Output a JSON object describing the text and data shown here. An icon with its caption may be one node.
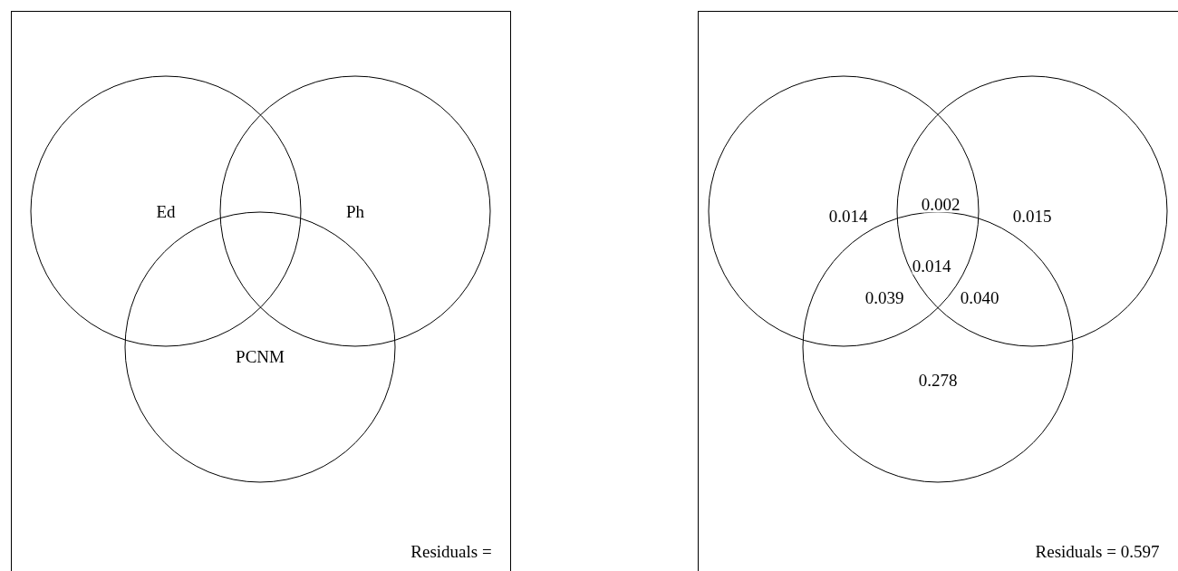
{
  "diagram": {
    "nodes": [
      {
        "text": [
          "Residuals ="
        ]
      },
      {
        "text": [
          "Ed"
        ],
        "in": 0
      },
      {
        "text": [
          "Ph"
        ],
        "in": 0
      },
      {
        "text": [
          "PCNM"
        ],
        "in": 0
      },
      {
        "text": [
          "Residuals = 0.597"
        ]
      },
      {
        "text": [],
        "shape": "circle",
        "in": 4
      },
      {
        "text": [],
        "shape": "circle",
        "in": 4
      },
      {
        "text": [],
        "shape": "circle",
        "in": 4
      }
    ],
    "edges": [],
    "labels": [
      "0.014",
      "0.002",
      "0.015",
      "0.014",
      "0.039",
      "0.040",
      "0.278"
    ]
  }
}
